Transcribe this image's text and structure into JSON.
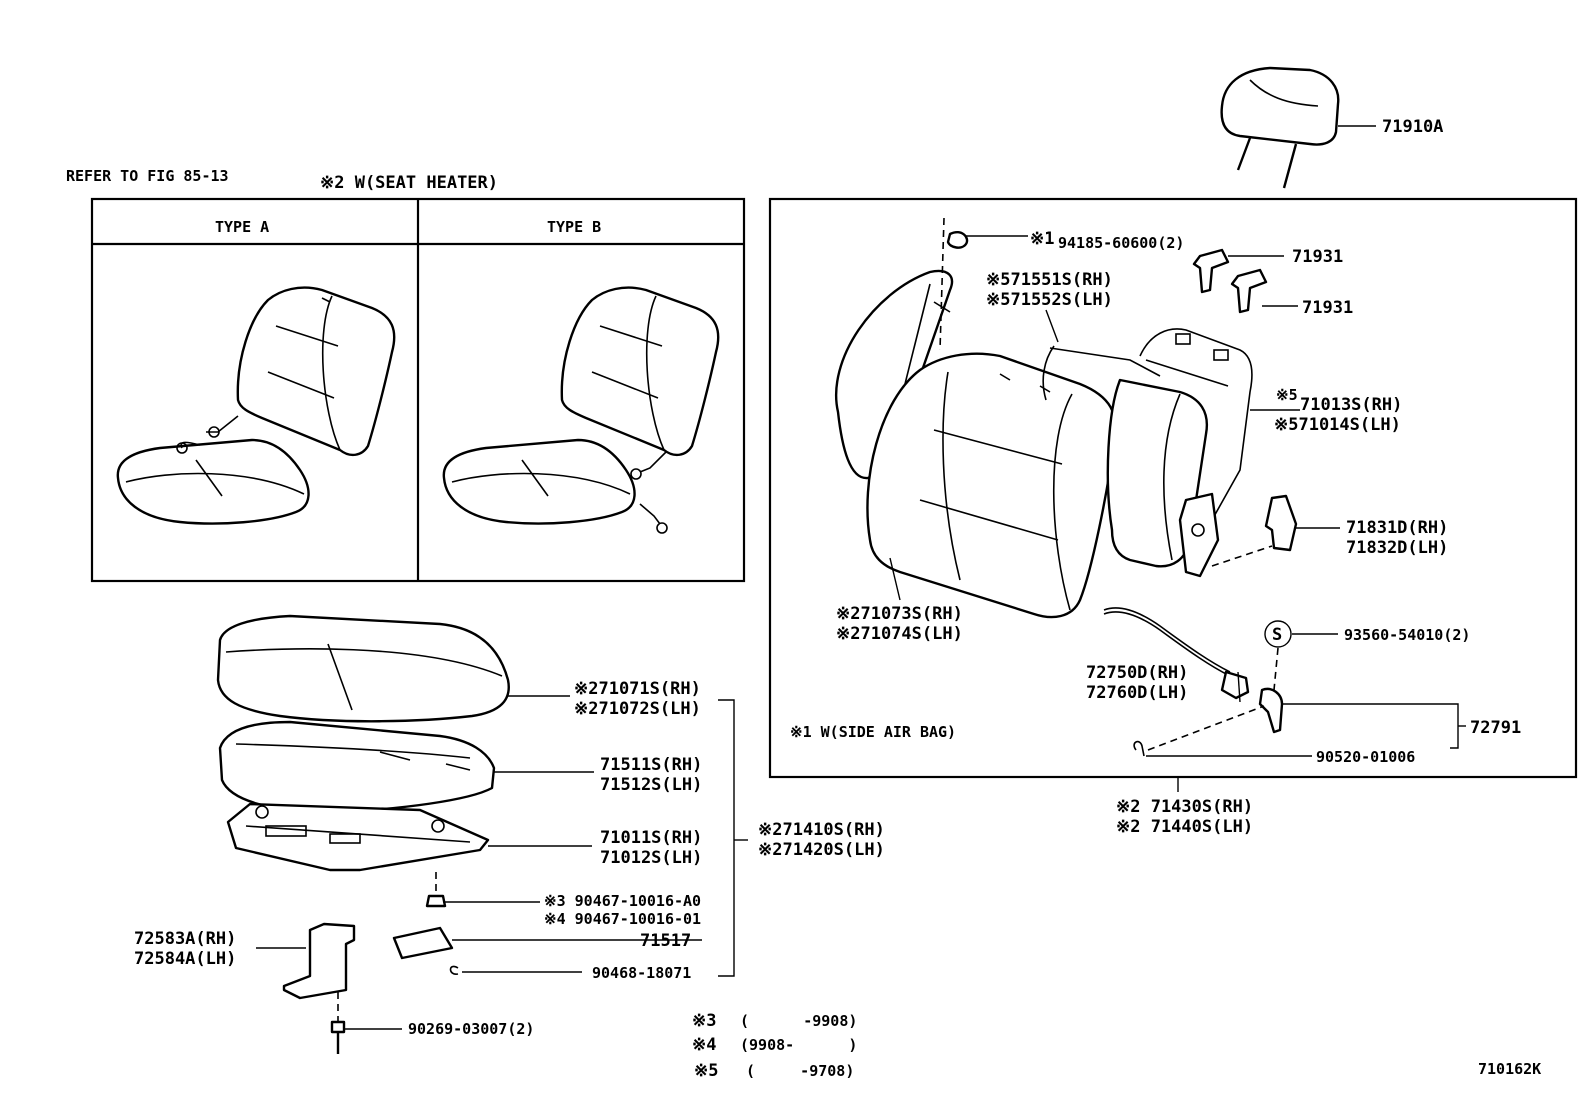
{
  "header": {
    "refer": "REFER TO FIG 85-13",
    "seat_heater": "※2 W(SEAT HEATER)",
    "type_a": "TYPE A",
    "type_b": "TYPE B",
    "side_airbag": "※1 W(SIDE AIR BAG)",
    "figure_code": "710162K"
  },
  "callouts": {
    "headrest": "71910A",
    "support_nut": "94185-60600(2)",
    "support_nut_mark": "※1",
    "holder_1": "71931",
    "holder_2": "71931",
    "back_pad_rh": "※571551S(RH)",
    "back_pad_lh": "※571552S(LH)",
    "back_frame_rh": "71013S(RH)",
    "back_frame_lh": "※571014S(LH)",
    "back_frame_mark": "※5",
    "hinge_cover_rh": "71831D(RH)",
    "hinge_cover_lh": "71832D(LH)",
    "back_cover_rh": "※271073S(RH)",
    "back_cover_lh": "※271074S(LH)",
    "screw": "93560-54010(2)",
    "screw_mark": "S",
    "recliner_rod_rh": "72750D(RH)",
    "recliner_rod_lh": "72760D(LH)",
    "lever": "72791",
    "clip": "90520-01006",
    "seatback_assy_rh": "※2 71430S(RH)",
    "seatback_assy_lh": "※2 71440S(LH)",
    "cushion_cover_rh": "※271071S(RH)",
    "cushion_cover_lh": "※271072S(LH)",
    "cushion_pad_rh": "71511S(RH)",
    "cushion_pad_lh": "71512S(LH)",
    "cushion_frame_rh": "71011S(RH)",
    "cushion_frame_lh": "71012S(LH)",
    "cushion_assy_rh": "※271410S(RH)",
    "cushion_assy_lh": "※271420S(LH)",
    "bolt_3": "※3 90467-10016-A0",
    "bolt_4": "※4 90467-10016-01",
    "pad_plate": "71517",
    "clip_2": "90468-18071",
    "bracket_rh": "72583A(RH)",
    "bracket_lh": "72584A(LH)",
    "bolt": "90269-03007(2)"
  },
  "footnotes": [
    {
      "mark": "※3",
      "text": "(      -9908)"
    },
    {
      "mark": "※4",
      "text": "(9908-      )"
    },
    {
      "mark": "※5",
      "text": "(     -9708)"
    }
  ]
}
